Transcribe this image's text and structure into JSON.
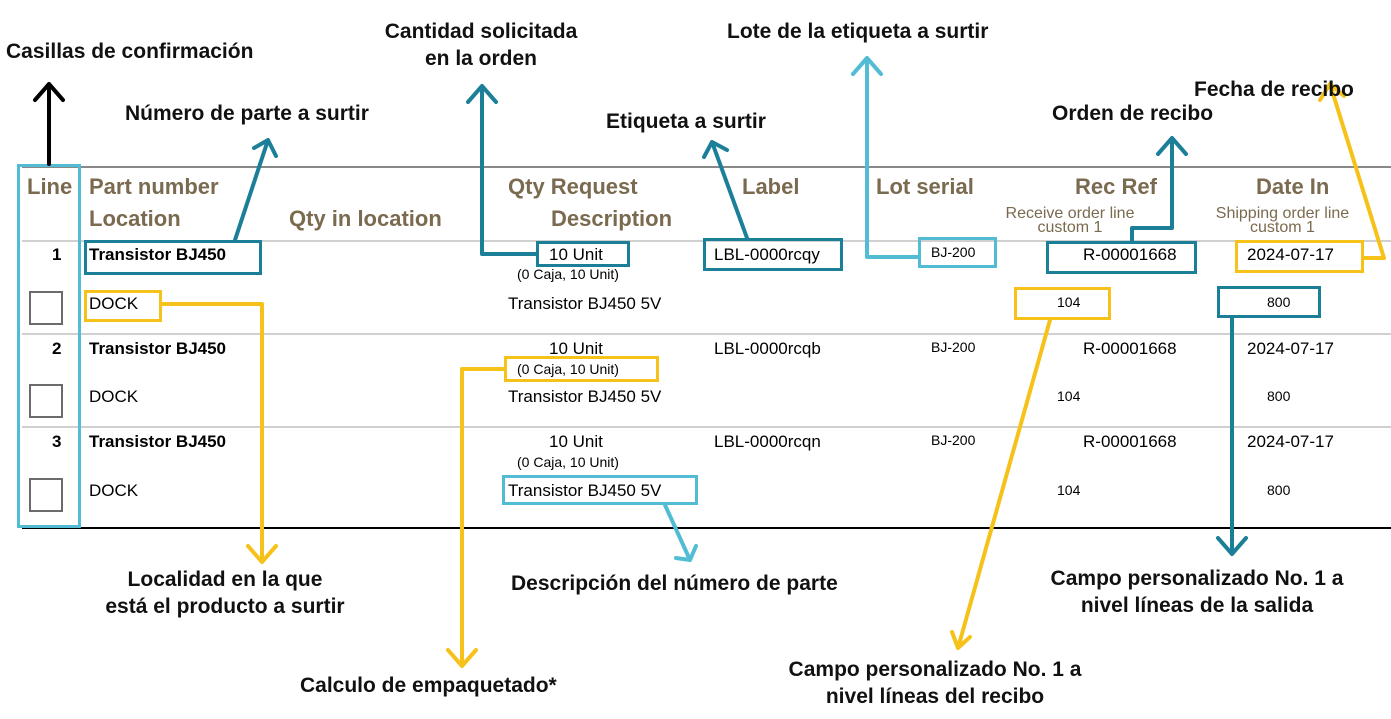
{
  "annotations": {
    "checkboxes": "Casillas de confirmación",
    "part_number": "Número de parte a surtir",
    "qty_requested_l1": "Cantidad solicitada",
    "qty_requested_l2": "en la orden",
    "label": "Etiqueta a surtir",
    "lot": "Lote de la etiqueta a surtir",
    "receive_order": "Orden de recibo",
    "date_in": "Fecha de recibo",
    "location_l1": "Localidad en la que",
    "location_l2": "está el producto a surtir",
    "description": "Descripción del número de parte",
    "packaging": "Calculo de empaquetado*",
    "custom_receipt_l1": "Campo personalizado No. 1 a",
    "custom_receipt_l2": "nivel líneas del recibo",
    "custom_shipping_l1": "Campo personalizado No. 1 a",
    "custom_shipping_l2": "nivel líneas de la salida"
  },
  "headers": {
    "line": "Line",
    "part_number": "Part number",
    "location": "Location",
    "qty_in_location": "Qty in location",
    "qty_request": "Qty Request",
    "description": "Description",
    "label": "Label",
    "lot_serial": "Lot serial",
    "rec_ref": "Rec Ref",
    "receive_custom_l1": "Receive order line",
    "receive_custom_l2": "custom 1",
    "date_in": "Date In",
    "shipping_custom_l1": "Shipping order line",
    "shipping_custom_l2": "custom 1"
  },
  "rows": [
    {
      "line": "1",
      "part": "Transistor BJ450",
      "location": "DOCK",
      "qty": "10 Unit",
      "pack": "(0 Caja, 10 Unit)",
      "description": "Transistor BJ450 5V",
      "label": "LBL-0000rcqy",
      "lot": "BJ-200",
      "rec_ref": "R-00001668",
      "date_in": "2024-07-17",
      "receive_custom": "104",
      "shipping_custom": "800"
    },
    {
      "line": "2",
      "part": "Transistor BJ450",
      "location": "DOCK",
      "qty": "10 Unit",
      "pack": "(0 Caja, 10 Unit)",
      "description": "Transistor BJ450 5V",
      "label": "LBL-0000rcqb",
      "lot": "BJ-200",
      "rec_ref": "R-00001668",
      "date_in": "2024-07-17",
      "receive_custom": "104",
      "shipping_custom": "800"
    },
    {
      "line": "3",
      "part": "Transistor BJ450",
      "location": "DOCK",
      "qty": "10 Unit",
      "pack": "(0 Caja, 10 Unit)",
      "description": "Transistor BJ450 5V",
      "label": "LBL-0000rcqn",
      "lot": "BJ-200",
      "rec_ref": "R-00001668",
      "date_in": "2024-07-17",
      "receive_custom": "104",
      "shipping_custom": "800"
    }
  ],
  "colors": {
    "teal": "#1b7f98",
    "light_blue": "#52bcd4",
    "yellow": "#f6c21a",
    "header_text": "#7a6a4f"
  }
}
